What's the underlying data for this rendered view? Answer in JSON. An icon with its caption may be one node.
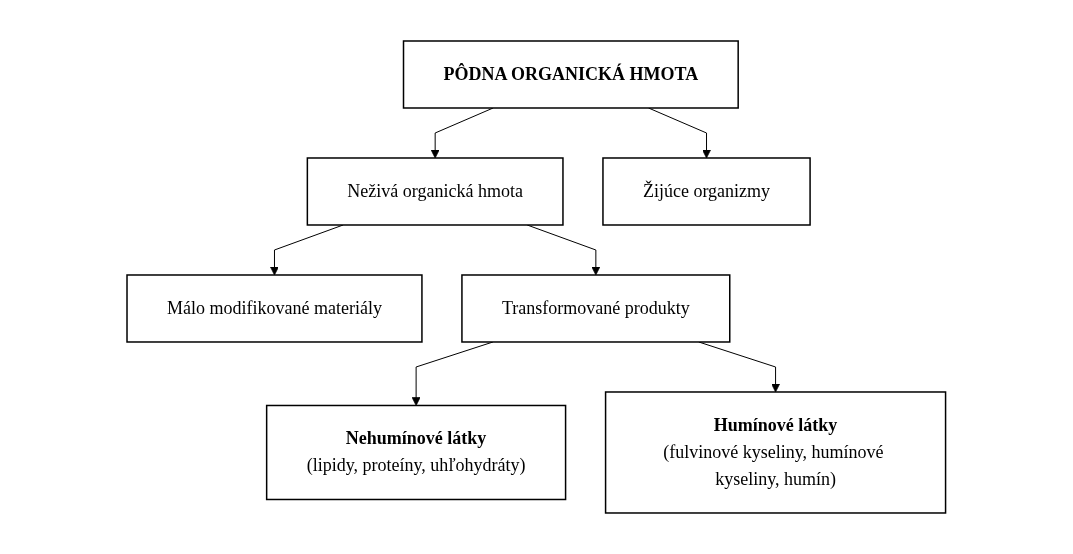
{
  "diagram": {
    "nodes": [
      {
        "text": [
          "PÔDNA ORGANICKÁ HMOTA"
        ]
      },
      {
        "text": [
          "Neživá organická hmota"
        ]
      },
      {
        "text": [
          "Žijúce organizmy"
        ]
      },
      {
        "text": [
          "Málo modifikované materiály"
        ]
      },
      {
        "text": [
          "Transformované produkty"
        ]
      },
      {
        "text": [
          "Nehumínové látky",
          "(lipidy, proteíny, uhľohydráty)"
        ]
      },
      {
        "text": [
          "Humínové látky",
          "(fulvinové kyseliny, humínové kyseliny, humín)"
        ]
      }
    ],
    "edges": [
      {
        "from": 0,
        "to": 1,
        "arrow": "to"
      },
      {
        "from": 0,
        "to": 2,
        "arrow": "to"
      },
      {
        "from": 1,
        "to": 3,
        "arrow": "to"
      },
      {
        "from": 1,
        "to": 4,
        "arrow": "to"
      },
      {
        "from": 4,
        "to": 5,
        "arrow": "to"
      },
      {
        "from": 4,
        "to": 6,
        "arrow": "to"
      }
    ]
  }
}
